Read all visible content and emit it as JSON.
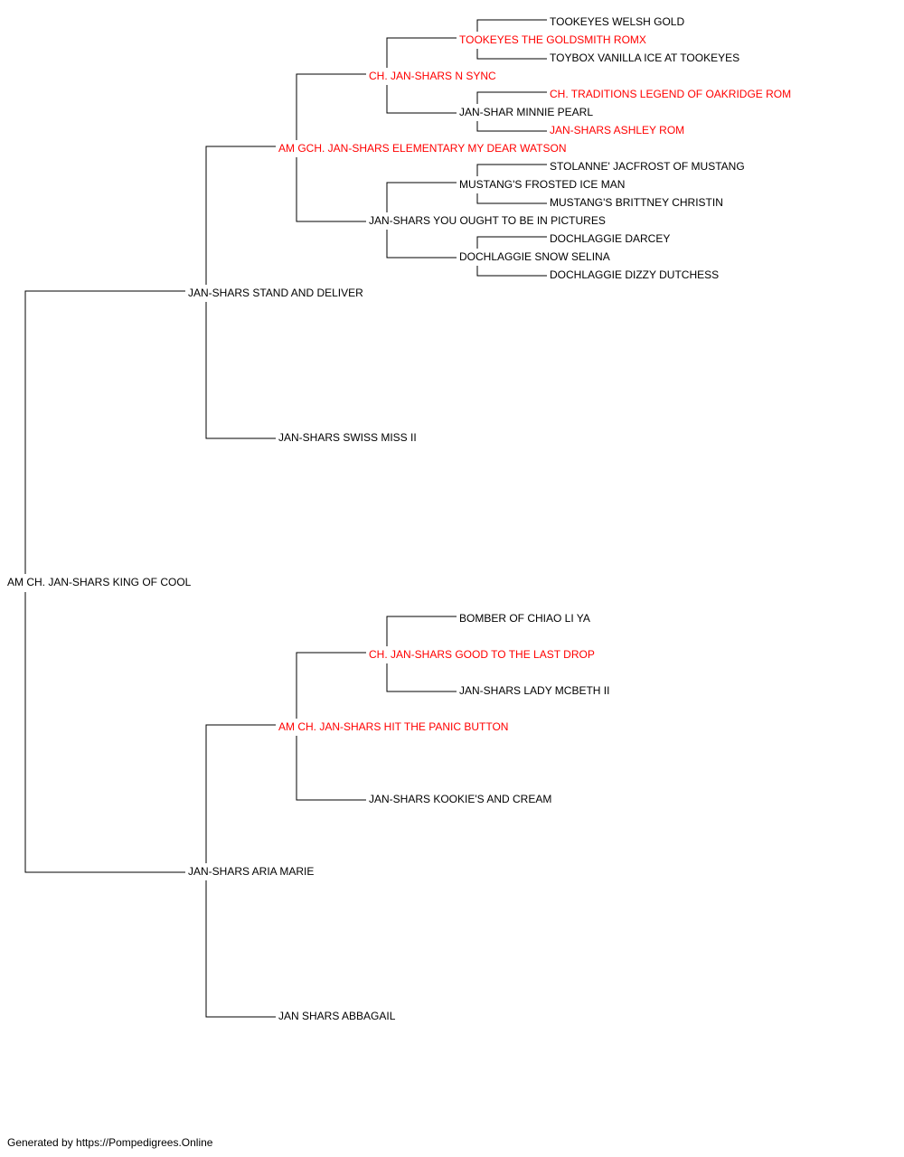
{
  "colors": {
    "line": "#000000",
    "text": "#000000",
    "titled_text": "#ff0000"
  },
  "pedigree": {
    "root": {
      "name": "AM CH. JAN-SHARS KING OF COOL",
      "titled": false
    },
    "sire": {
      "name": "JAN-SHARS STAND AND DELIVER",
      "titled": false
    },
    "dam": {
      "name": "JAN-SHARS ARIA MARIE",
      "titled": false
    },
    "sire_sire": {
      "name": "AM GCH. JAN-SHARS ELEMENTARY MY DEAR WATSON",
      "titled": true
    },
    "sire_dam": {
      "name": "JAN-SHARS SWISS MISS II",
      "titled": false
    },
    "dam_sire": {
      "name": "AM CH. JAN-SHARS HIT THE PANIC BUTTON",
      "titled": true
    },
    "dam_dam": {
      "name": "JAN SHARS ABBAGAIL",
      "titled": false
    },
    "sire_sire_sire": {
      "name": "CH. JAN-SHARS N SYNC",
      "titled": true
    },
    "sire_sire_dam": {
      "name": "JAN-SHARS YOU OUGHT TO BE IN PICTURES",
      "titled": false
    },
    "dam_sire_sire": {
      "name": "CH. JAN-SHARS GOOD TO THE LAST DROP",
      "titled": true
    },
    "dam_sire_dam": {
      "name": "JAN-SHARS KOOKIE'S AND CREAM",
      "titled": false
    },
    "sss_sire": {
      "name": "TOOKEYES THE GOLDSMITH ROMX",
      "titled": true
    },
    "sss_dam": {
      "name": "JAN-SHAR MINNIE PEARL",
      "titled": false
    },
    "ssd_sire": {
      "name": "MUSTANG'S FROSTED ICE MAN",
      "titled": false
    },
    "ssd_dam": {
      "name": "DOCHLAGGIE SNOW SELINA",
      "titled": false
    },
    "dss_sire": {
      "name": "BOMBER OF CHIAO LI YA",
      "titled": false
    },
    "dss_dam": {
      "name": "JAN-SHARS LADY MCBETH II",
      "titled": false
    },
    "gen5_1": {
      "name": "TOOKEYES WELSH GOLD",
      "titled": false
    },
    "gen5_2": {
      "name": "TOYBOX VANILLA ICE AT TOOKEYES",
      "titled": false
    },
    "gen5_3": {
      "name": "CH. TRADITIONS LEGEND OF OAKRIDGE ROM",
      "titled": true
    },
    "gen5_4": {
      "name": "JAN-SHARS ASHLEY ROM",
      "titled": true
    },
    "gen5_5": {
      "name": "STOLANNE' JACFROST OF MUSTANG",
      "titled": false
    },
    "gen5_6": {
      "name": "MUSTANG'S BRITTNEY CHRISTIN",
      "titled": false
    },
    "gen5_7": {
      "name": "DOCHLAGGIE DARCEY",
      "titled": false
    },
    "gen5_8": {
      "name": "DOCHLAGGIE DIZZY DUTCHESS",
      "titled": false
    }
  },
  "footer": "Generated by https://Pompedigrees.Online"
}
